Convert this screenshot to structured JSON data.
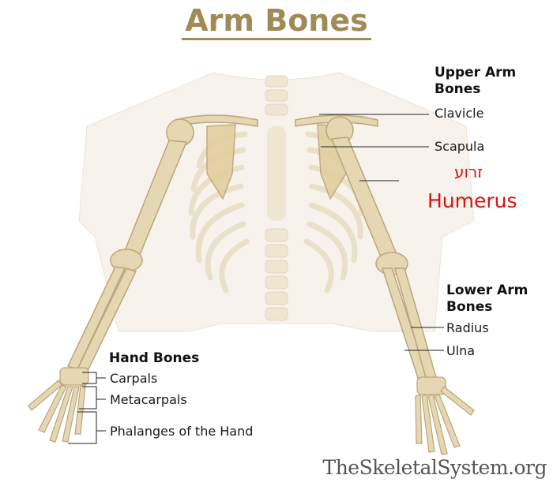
{
  "title": "Arm Bones",
  "groups": {
    "upper": {
      "line1": "Upper Arm",
      "line2": "Bones"
    },
    "lower": {
      "line1": "Lower Arm",
      "line2": "Bones"
    },
    "hand": "Hand Bones"
  },
  "labels": {
    "clavicle": "Clavicle",
    "scapula": "Scapula",
    "humerus_hebrew": "זרוע",
    "humerus": "Humerus",
    "radius": "Radius",
    "ulna": "Ulna",
    "carpals": "Carpals",
    "metacarpals": "Metacarpals",
    "phalanges": "Phalanges of the Hand"
  },
  "watermark": "TheSkeletalSystem.org",
  "colors": {
    "bone": "#e6d7b3",
    "bone_edge": "#b9a57a",
    "faded_bone": "#efe6d2",
    "title": "#a08a55",
    "highlight_label": "#e01010"
  }
}
